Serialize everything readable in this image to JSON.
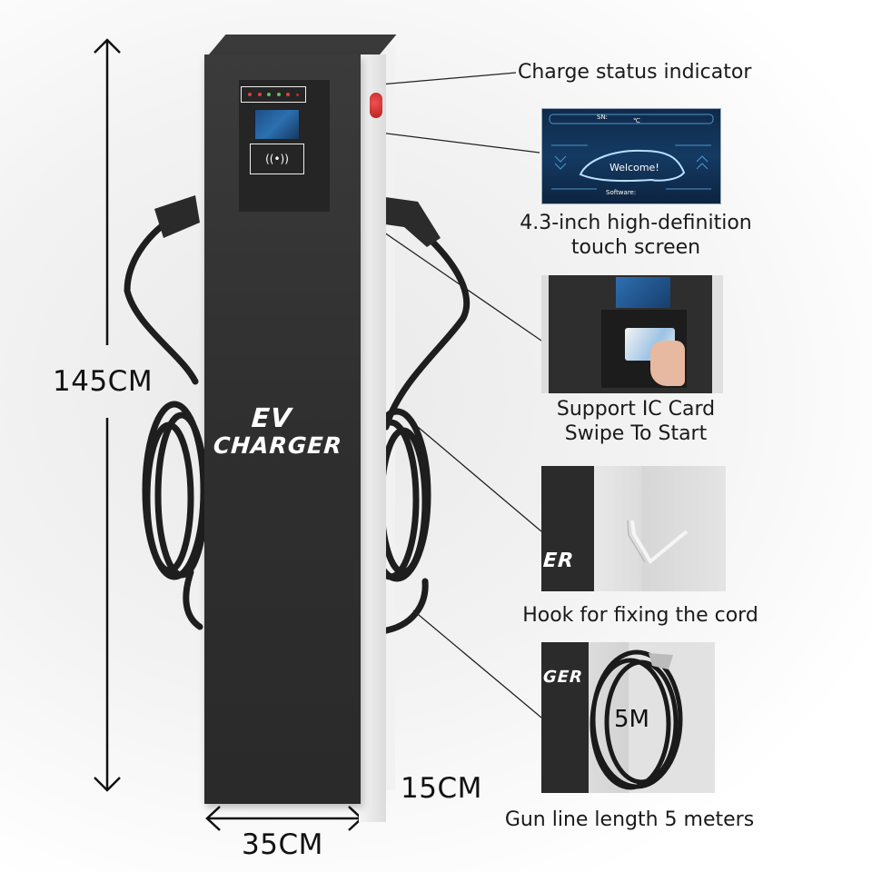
{
  "product": {
    "brand_line1": "EV",
    "brand_line2": "CHARGER",
    "screen_welcome": "Welcome!",
    "screen_software": "Software:",
    "screen_sn": "SN:",
    "screen_temp": "℃",
    "status_leds": [
      "#d84040",
      "#d84040",
      "#5fbf5f",
      "#5fbf5f",
      "#d84040",
      "#d84040"
    ],
    "rfid_icon": "nfc-wave-icon",
    "emergency_button_color": "#d42a2a"
  },
  "dimensions": {
    "height": "145CM",
    "width": "35CM",
    "depth": "15CM"
  },
  "callouts": [
    {
      "id": "status",
      "title": "Charge status indicator"
    },
    {
      "id": "screen",
      "line1": "4.3-inch high-definition",
      "line2": "touch screen"
    },
    {
      "id": "card",
      "line1": "Support IC Card",
      "line2": "Swipe To Start"
    },
    {
      "id": "hook",
      "title": "Hook for fixing the cord",
      "inset_text": "ER"
    },
    {
      "id": "cable",
      "title": "Gun line length 5 meters",
      "inset_text": "5M",
      "inset_brand": "GER"
    }
  ]
}
